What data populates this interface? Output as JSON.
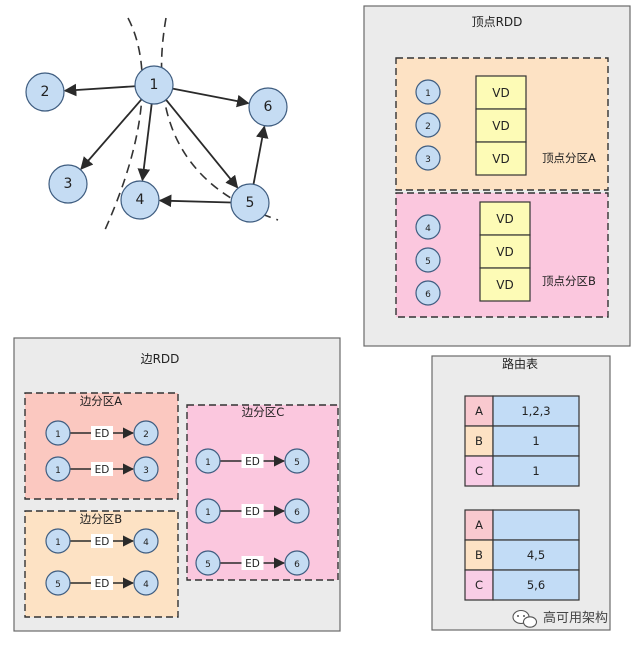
{
  "graph": {
    "nodes": [
      {
        "id": "1",
        "label": "1"
      },
      {
        "id": "2",
        "label": "2"
      },
      {
        "id": "3",
        "label": "3"
      },
      {
        "id": "4",
        "label": "4"
      },
      {
        "id": "5",
        "label": "5"
      },
      {
        "id": "6",
        "label": "6"
      }
    ],
    "edges": [
      {
        "from": "1",
        "to": "2"
      },
      {
        "from": "1",
        "to": "3"
      },
      {
        "from": "1",
        "to": "4"
      },
      {
        "from": "1",
        "to": "5"
      },
      {
        "from": "1",
        "to": "6"
      },
      {
        "from": "5",
        "to": "4"
      },
      {
        "from": "5",
        "to": "6"
      }
    ]
  },
  "vertex_rdd": {
    "title": "顶点RDD",
    "partitions": [
      {
        "label": "顶点分区A",
        "vertices": [
          "1",
          "2",
          "3"
        ],
        "cell": "VD"
      },
      {
        "label": "顶点分区B",
        "vertices": [
          "4",
          "5",
          "6"
        ],
        "cell": "VD"
      }
    ]
  },
  "edge_rdd": {
    "title": "边RDD",
    "edge_label": "ED",
    "partitions": [
      {
        "label": "边分区A",
        "edges": [
          [
            "1",
            "2"
          ],
          [
            "1",
            "3"
          ]
        ]
      },
      {
        "label": "边分区B",
        "edges": [
          [
            "1",
            "4"
          ],
          [
            "5",
            "4"
          ]
        ]
      },
      {
        "label": "边分区C",
        "edges": [
          [
            "1",
            "5"
          ],
          [
            "1",
            "6"
          ],
          [
            "5",
            "6"
          ]
        ]
      }
    ]
  },
  "routing_table": {
    "title": "路由表",
    "tables": [
      {
        "rows": [
          {
            "key": "A",
            "value": "1,2,3"
          },
          {
            "key": "B",
            "value": "1"
          },
          {
            "key": "C",
            "value": "1"
          }
        ]
      },
      {
        "rows": [
          {
            "key": "A",
            "value": ""
          },
          {
            "key": "B",
            "value": "4,5"
          },
          {
            "key": "C",
            "value": "5,6"
          }
        ]
      }
    ]
  },
  "watermark": {
    "text": "高可用架构",
    "icon": "wechat-icon"
  },
  "colors": {
    "node_fill": "#c5dcf3",
    "node_stroke": "#3f5d80",
    "panel_bg": "#ebebeb",
    "peach": "#fde2c4",
    "pink": "#fbc7de",
    "salmon": "#fbc8c0",
    "yellow_cell": "#fdfbb6",
    "blue_cell": "#c2dcf6",
    "key_a": "#f9c9cf",
    "key_b": "#fde2c4",
    "key_c": "#f9cde6"
  }
}
